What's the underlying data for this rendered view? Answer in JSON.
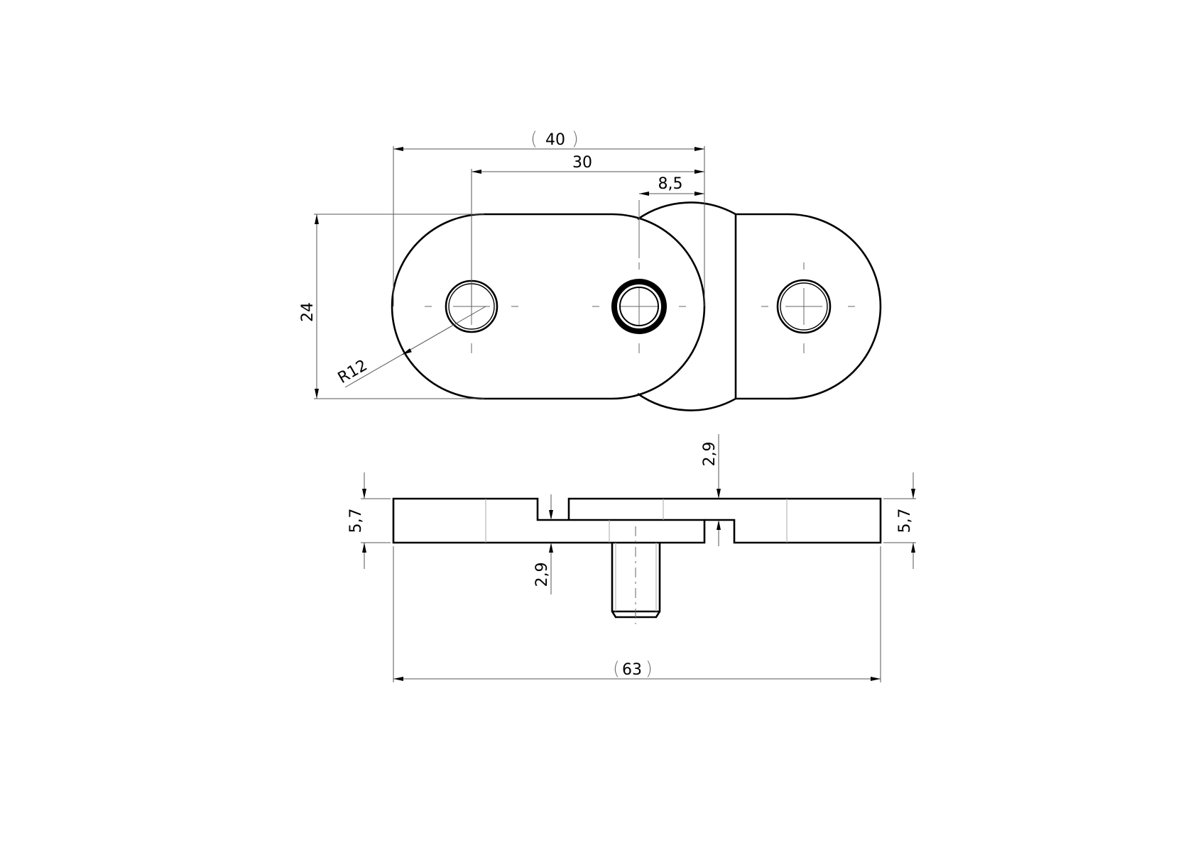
{
  "drawing": {
    "type": "technical-drawing",
    "views": [
      "top-view",
      "front-view"
    ],
    "top_view": {
      "dimensions": {
        "overall_reference": "40",
        "hole_spacing": "30",
        "offset": "8,5",
        "height": "24",
        "radius": "R12"
      }
    },
    "front_view": {
      "dimensions": {
        "thickness_left": "5,7",
        "thickness_right": "5,7",
        "step_lower": "2,9",
        "step_upper": "2,9",
        "overall_length_reference": "63"
      }
    },
    "paren_open": "(",
    "paren_close": ")"
  }
}
